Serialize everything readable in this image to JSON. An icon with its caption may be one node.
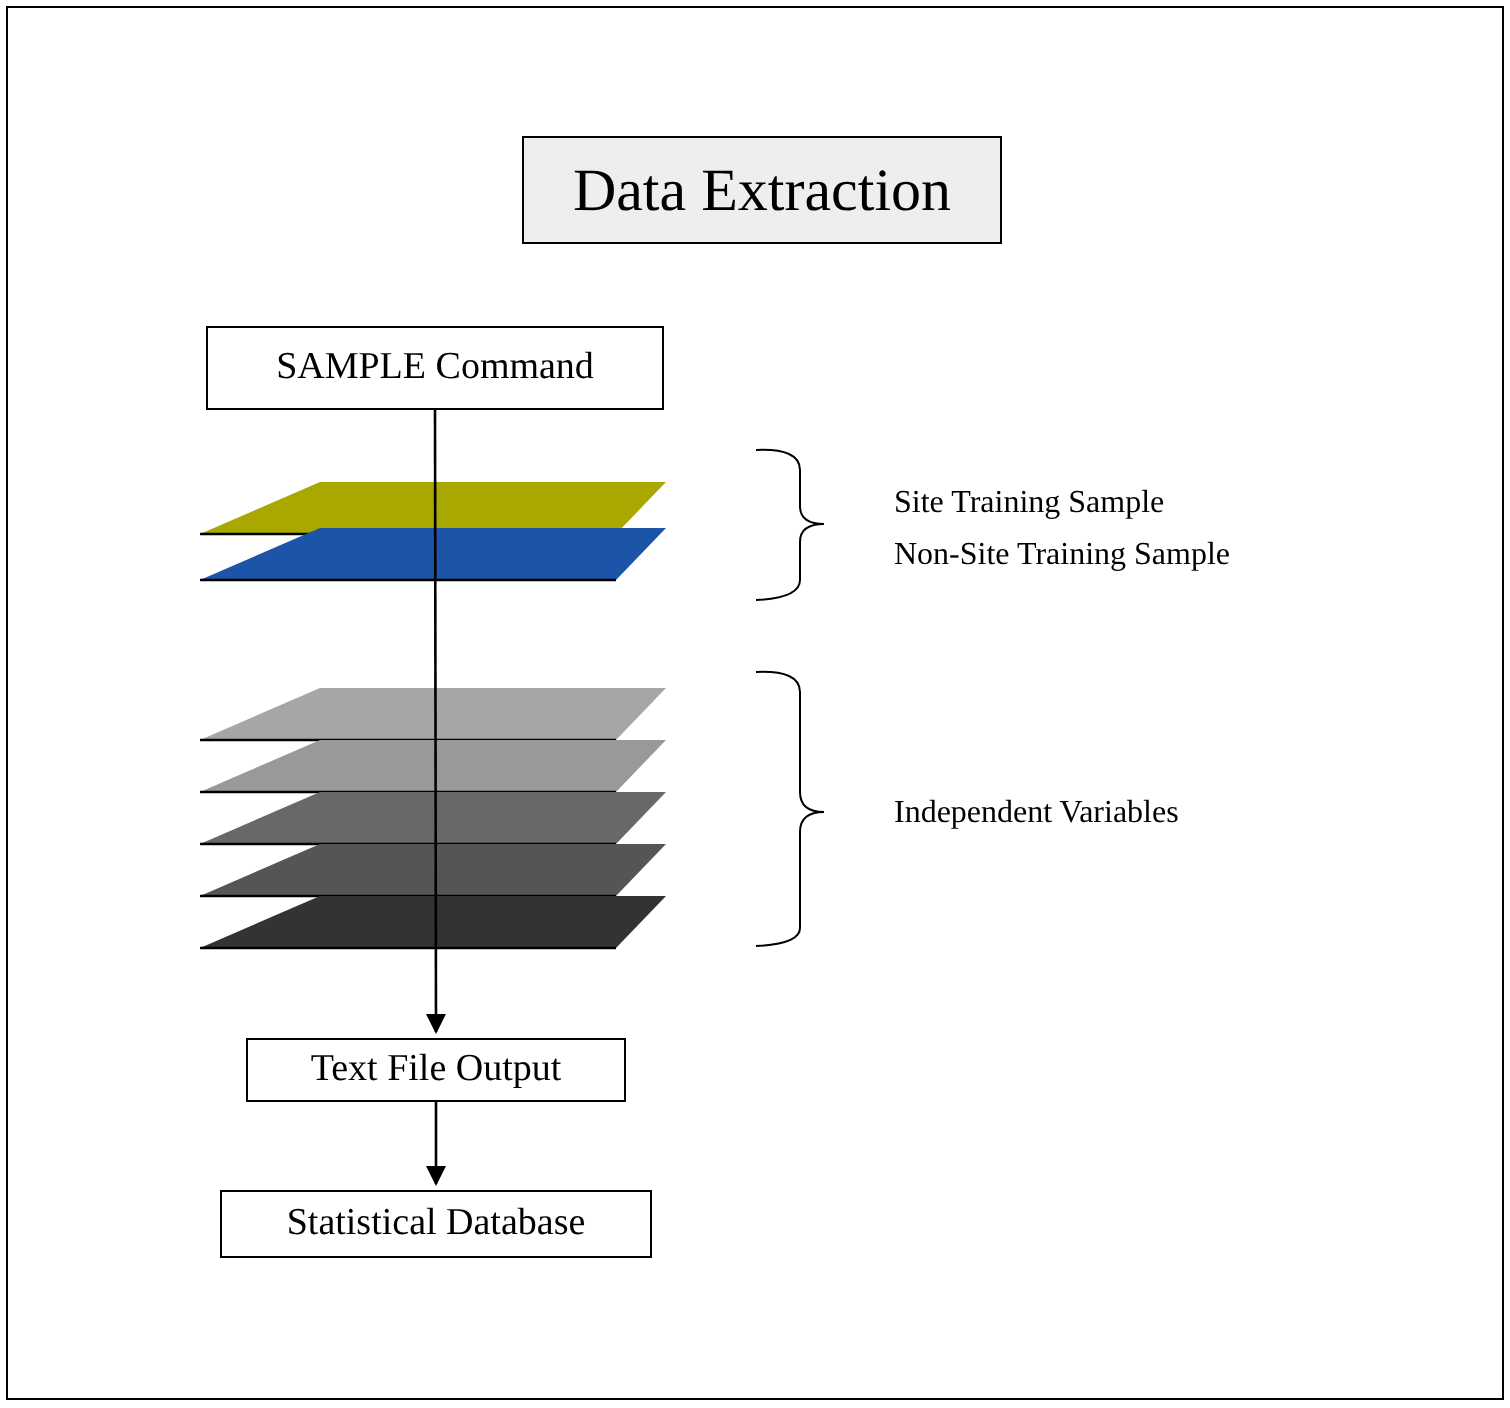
{
  "diagram": {
    "title": "Data Extraction",
    "nodes": [
      {
        "text": [
          "SAMPLE Command"
        ]
      },
      {
        "text": [
          "Text File Output"
        ]
      },
      {
        "text": [
          "Statistical Database"
        ]
      }
    ],
    "edges": [
      {
        "from": 0,
        "to": 1,
        "arrow": "to"
      },
      {
        "from": 1,
        "to": 2,
        "arrow": "to"
      }
    ],
    "labels": [
      "Site Training Sample",
      "Non-Site Training Sample",
      "Independent Variables"
    ]
  }
}
